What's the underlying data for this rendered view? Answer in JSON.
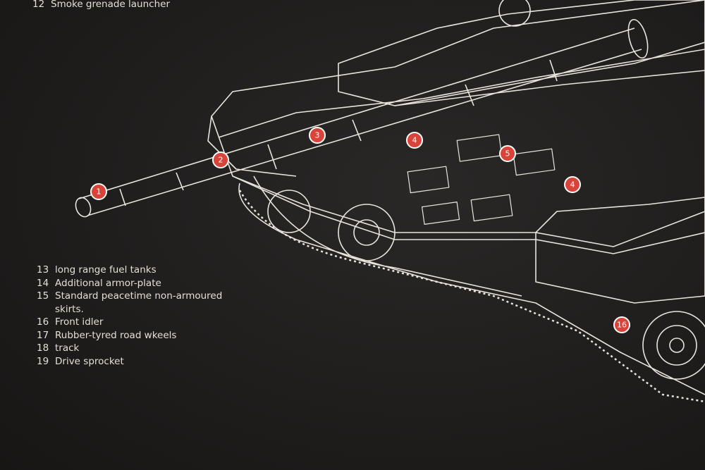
{
  "legend_top": [
    {
      "num": "12",
      "label": "Smoke grenade launcher"
    }
  ],
  "legend_bottom": [
    {
      "num": "13",
      "label": "long range fuel tanks"
    },
    {
      "num": "14",
      "label": "Additional armor-plate"
    },
    {
      "num": "15",
      "label": "Standard peacetime non-armoured",
      "cont": "skirts."
    },
    {
      "num": "16",
      "label": "Front idler"
    },
    {
      "num": "17",
      "label": "Rubber-tyred road wkeels"
    },
    {
      "num": "18",
      "label": "track"
    },
    {
      "num": "19",
      "label": "Drive sprocket"
    }
  ],
  "callouts": [
    "1",
    "2",
    "3",
    "4",
    "5",
    "4",
    "16"
  ],
  "colors": {
    "background": "#1f1d1c",
    "line": "#e8e4dc",
    "callout": "#d8433a"
  }
}
